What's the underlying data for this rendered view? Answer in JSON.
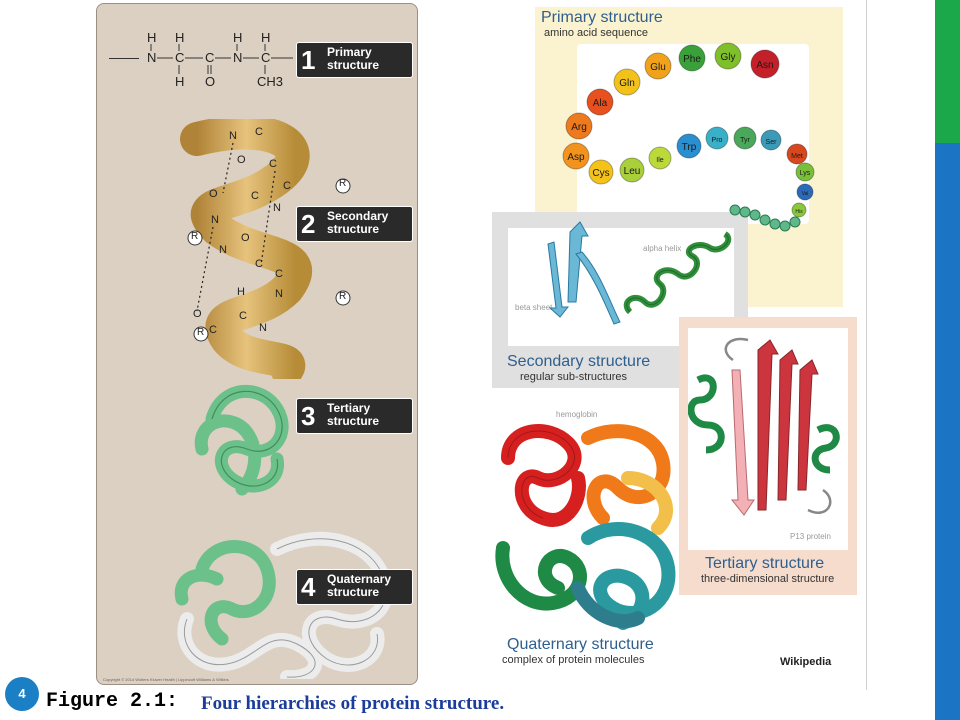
{
  "slide_number": "4",
  "caption": {
    "label": "Figure 2.1:",
    "description": "Four hierarchies of protein structure."
  },
  "left_panel": {
    "levels": [
      {
        "number": "1",
        "line1": "Primary",
        "line2": "structure"
      },
      {
        "number": "2",
        "line1": "Secondary",
        "line2": "structure"
      },
      {
        "number": "3",
        "line1": "Tertiary",
        "line2": "structure"
      },
      {
        "number": "4",
        "line1": "Quaternary",
        "line2": "structure"
      }
    ],
    "backbone": {
      "h": "H",
      "n": "N",
      "c": "C",
      "o": "O",
      "ch3": "CH3"
    },
    "r_group": "R",
    "copyright": "Copyright © 2014 Wolters Kluwer Health | Lippincott Williams & Wilkins"
  },
  "right_figure": {
    "primary": {
      "title": "Primary structure",
      "subtitle": "amino acid sequence"
    },
    "residues": [
      "Phe",
      "Gly",
      "Asn",
      "Glu",
      "Gln",
      "Ala",
      "Arg",
      "Asp",
      "Cys",
      "Leu",
      "Ile",
      "Trp",
      "Pro",
      "Tyr",
      "Ser",
      "Met",
      "Lys",
      "Val",
      "His"
    ],
    "residue_colors": {
      "Phe": "#3aa13a",
      "Gly": "#7fbf2a",
      "Asn": "#c4202a",
      "Glu": "#f0a21a",
      "Gln": "#f2c21a",
      "Ala": "#e8501e",
      "Arg": "#ef7a1e",
      "Asp": "#f2931e",
      "Cys": "#f5c21a",
      "Leu": "#a9cf3a",
      "Ile": "#bcd93a",
      "Trp": "#2a8fd0",
      "Pro": "#3ab0c8",
      "Tyr": "#4aa85a",
      "Ser": "#3a9ab8",
      "Met": "#d7481e",
      "Lys": "#7abf3a",
      "Val": "#2a6ab8",
      "His": "#8ac83a"
    },
    "secondary": {
      "title": "Secondary structure",
      "subtitle": "regular sub-structures",
      "alpha_label": "alpha helix",
      "beta_label": "beta sheet"
    },
    "tertiary": {
      "title": "Tertiary structure",
      "subtitle": "three-dimensional structure",
      "protein_label": "P13 protein"
    },
    "quaternary": {
      "title": "Quaternary structure",
      "subtitle": "complex of protein molecules",
      "protein_label": "hemoglobin"
    },
    "credit": "Wikipedia"
  }
}
